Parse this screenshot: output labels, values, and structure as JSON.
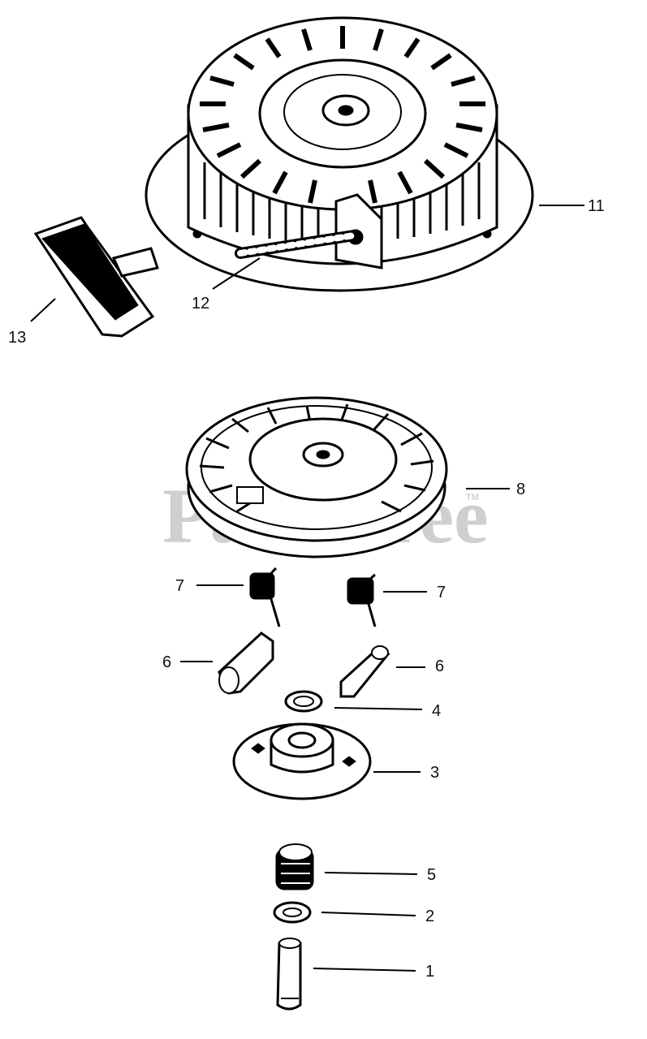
{
  "watermark": {
    "text": "PartsTree",
    "tm": "TM"
  },
  "callouts": {
    "c1": "1",
    "c2": "2",
    "c3": "3",
    "c4": "4",
    "c5": "5",
    "c6a": "6",
    "c6b": "6",
    "c7a": "7",
    "c7b": "7",
    "c8": "8",
    "c11": "11",
    "c12": "12",
    "c13": "13"
  }
}
